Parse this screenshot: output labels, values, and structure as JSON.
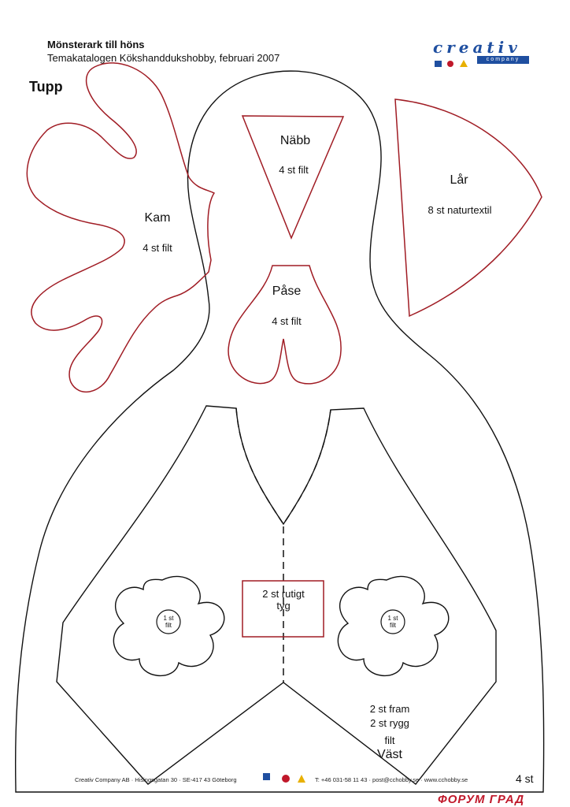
{
  "header": {
    "title": "Mönsterark till höns",
    "subtitle": "Temakatalogen Kökshanddukshobby, februari 2007",
    "section": "Tupp"
  },
  "logo": {
    "word": "creativ",
    "tagline": "company"
  },
  "pieces": {
    "kam": {
      "name": "Kam",
      "qty": "4 st filt"
    },
    "nabb": {
      "name": "Näbb",
      "qty": "4 st filt"
    },
    "lar": {
      "name": "Lår",
      "qty": "8 st naturtextil"
    },
    "pase": {
      "name": "Påse",
      "qty": "4 st filt"
    },
    "pocket": {
      "line1": "2 st rutigt",
      "line2": "tyg"
    },
    "flower_left": {
      "line1": "1 st",
      "line2": "filt"
    },
    "flower_right": {
      "line1": "1 st",
      "line2": "filt"
    },
    "vast": {
      "line1": "2 st fram",
      "line2": "2 st rygg",
      "line3": "filt",
      "name": "Väst"
    },
    "body": {
      "qty": "4 st"
    }
  },
  "footer": {
    "address": "Creativ Company AB · Hisingsgatan 30 · SE-417 43 Göteborg",
    "contact": "T: +46 031-58 11 43 · post@cchobby.se · www.cchobby.se"
  },
  "watermark": "ФОРУМ ГРАД",
  "colors": {
    "outline": "#111111",
    "piece": "#a01c24",
    "brand": "#1f4fa0"
  }
}
